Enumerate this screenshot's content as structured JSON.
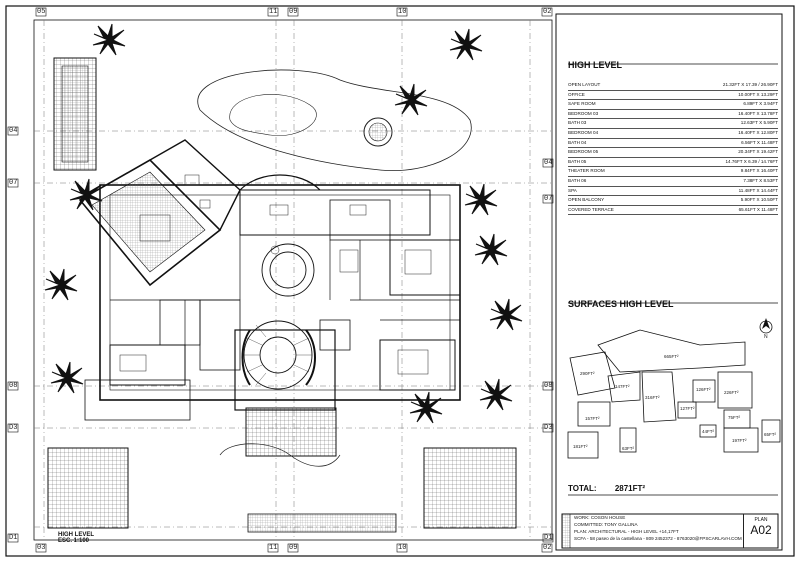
{
  "high_level": {
    "title": "HIGH LEVEL",
    "rooms": [
      {
        "name": "OPEN LAYOUT",
        "dims": "21.32FT x 17.39 / 26.90FT"
      },
      {
        "name": "OFFICE",
        "dims": "10.00FT x 13.29FT"
      },
      {
        "name": "SAFE ROOM",
        "dims": "6.89FT x 3.94FT"
      },
      {
        "name": "BEDROOM 03",
        "dims": "16.40FT x 13.78FT"
      },
      {
        "name": "BATH 03",
        "dims": "12.63FT x 5.90FT"
      },
      {
        "name": "BEDROOM 04",
        "dims": "16.40FT x 12.80FT"
      },
      {
        "name": "BATH 04",
        "dims": "6.56FT x 11.48FT"
      },
      {
        "name": "BEDROOM 05",
        "dims": "20.34FT x 19.42FT"
      },
      {
        "name": "BATH 05",
        "dims": "14.76FT x 6.39 / 14.76FT"
      },
      {
        "name": "THEATER ROOM",
        "dims": "9.84FT x 16.40FT"
      },
      {
        "name": "BATH 06",
        "dims": "7.38FT x 8.53FT"
      },
      {
        "name": "SPA",
        "dims": "11.48FT x 14.44FT"
      },
      {
        "name": "OPEN BALCONY",
        "dims": "5.90FT x 10.50FT"
      },
      {
        "name": "COVERED TERRACE",
        "dims": "65.61FT x 11.48FT"
      }
    ]
  },
  "surfaces": {
    "title": "SURFACES HIGH LEVEL",
    "areas": [
      "665FT²",
      "290FT²",
      "147FT²",
      "316FT²",
      "126FT²",
      "226FT²",
      "127FT²",
      "75FT²",
      "44FT²",
      "197FT²",
      "157FT²",
      "181FT²",
      "63FT²",
      "65FT²"
    ],
    "total_label": "TOTAL:",
    "total_value": "2871FT²"
  },
  "title_block": {
    "work": "WORK: COSON HOUSE",
    "commited": "COMMITTED: TONY GALLINA",
    "plan": "PLAN: ARCHITECTURAL - HIGH LEVEL +14,17FT",
    "credit": "SCFA - 58 paseo de la castellana - 809 2452372 - 8763020@FPSCARLAVH.COM",
    "plan_label": "PLAN",
    "plan_number": "A02"
  },
  "plan_caption": {
    "line1": "HIGH LEVEL",
    "line2": "ESC. 1:100"
  },
  "grid_tags": {
    "top": [
      "05",
      "11",
      "09",
      "10",
      "02"
    ],
    "bottom": [
      "03",
      "11",
      "09",
      "10",
      "02"
    ],
    "left": [
      "04",
      "07",
      "08",
      "D3",
      "D1"
    ],
    "right": [
      "04",
      "07",
      "08",
      "D3",
      "D1"
    ]
  },
  "north_label": "N",
  "colors": {
    "ink": "#111111",
    "hatch": "#555555",
    "background": "#ffffff"
  }
}
